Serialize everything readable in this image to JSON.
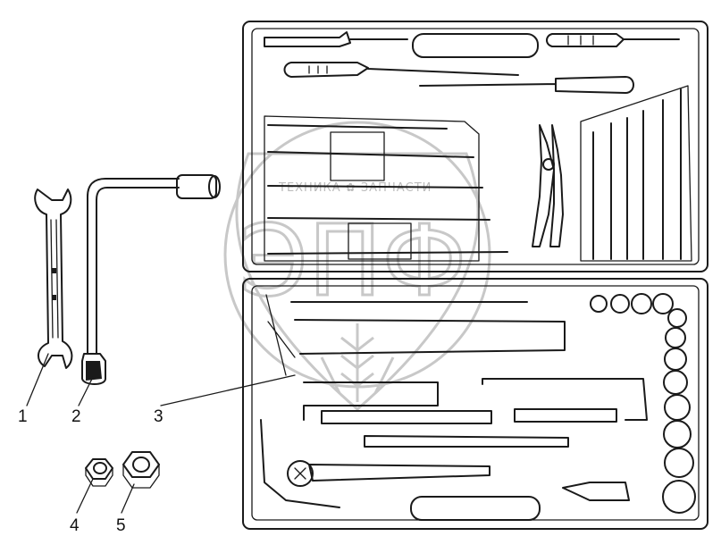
{
  "callouts": [
    {
      "id": "1",
      "label": "1"
    },
    {
      "id": "2",
      "label": "2"
    },
    {
      "id": "3",
      "label": "3"
    },
    {
      "id": "4",
      "label": "4"
    },
    {
      "id": "5",
      "label": "5"
    }
  ],
  "watermark": {
    "text": "ТЕХНИКА ✿ ЗАПЧАСТИ",
    "letters": "ЭПФ"
  },
  "colors": {
    "ink": "#1a1a1a",
    "watermark": "#c8c8c8",
    "background": "#ffffff"
  }
}
